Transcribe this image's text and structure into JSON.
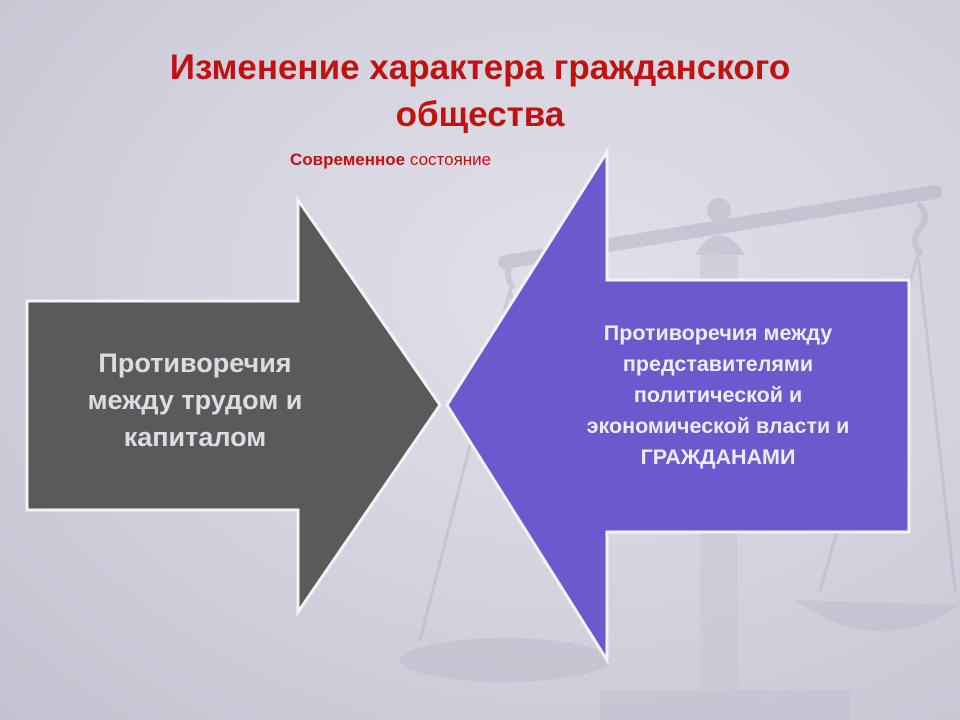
{
  "title": {
    "line1": "Изменение характера  гражданского",
    "line2": "общества"
  },
  "subtitle": {
    "part1": "Современное",
    "part2": "состояние"
  },
  "left_arrow": {
    "lines": [
      "Противоречия",
      "между трудом и",
      "капиталом"
    ],
    "color": "#5a5a5a"
  },
  "right_arrow": {
    "lines": [
      "Противоречия между",
      "представителями",
      "политической и",
      "экономической власти и",
      "ГРАЖДАНАМИ"
    ],
    "color": "#6a5acd"
  },
  "background": {
    "decoration": "scales-of-justice"
  }
}
